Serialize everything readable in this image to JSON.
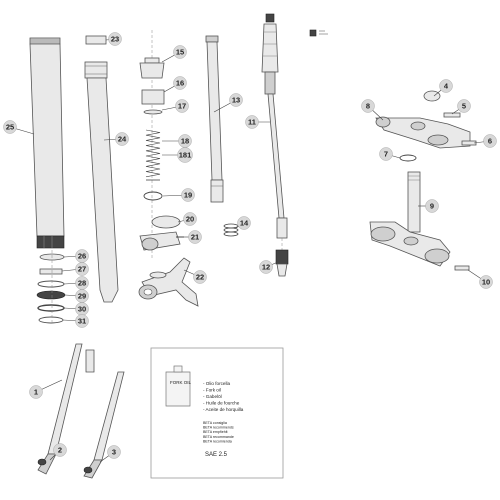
{
  "callouts": [
    "1",
    "2",
    "3",
    "4",
    "5",
    "6",
    "7",
    "8",
    "9",
    "10",
    "11",
    "12",
    "13",
    "14",
    "15",
    "16",
    "17",
    "18",
    "181",
    "19",
    "20",
    "21",
    "22",
    "23",
    "24",
    "25",
    "26",
    "27",
    "28",
    "29",
    "30",
    "31"
  ],
  "oil_box": {
    "can_label": "FORK OIL",
    "oil_names": [
      "- Olio forcella",
      "- Fork oil",
      "- Gabelöl",
      "- Huile de fourche",
      "- Aceite de horquilla"
    ],
    "recommendations": [
      "BETA consiglia",
      "BETA recommends",
      "BETA empfiehlt",
      "BETA recommande",
      "BETA recomienda"
    ],
    "grade": "SAE 2.5"
  },
  "corner_mark": "",
  "colors": {
    "line": "#555555",
    "fill": "#e9e9e9",
    "dark": "#444444",
    "badge": "#d8d8d8"
  }
}
